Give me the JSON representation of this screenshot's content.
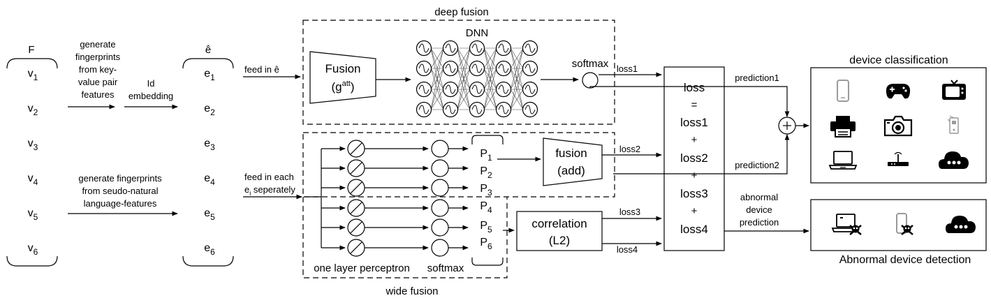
{
  "features": {
    "header": "F",
    "items": [
      "v1",
      "v2",
      "v3",
      "v4",
      "v5",
      "v6"
    ]
  },
  "embeddings": {
    "header": "ê",
    "items": [
      "e1",
      "e2",
      "e3",
      "e4",
      "e5",
      "e6"
    ]
  },
  "kv_step": {
    "lines": [
      "generate",
      "fingerprints",
      "from key-",
      "value pair",
      "features"
    ]
  },
  "id_embedding": {
    "lines": [
      "Id",
      "embedding"
    ]
  },
  "nl_step": {
    "lines": [
      "generate fingerprints",
      "from seudo-natural",
      "language-features"
    ]
  },
  "feed_all": "feed in ê",
  "feed_each": {
    "lines": [
      "feed in each",
      "ei seperately"
    ]
  },
  "deep_fusion": {
    "title": "deep fusion",
    "fusion_label": "Fusion",
    "fusion_formula": "(gatt)",
    "dnn_label": "DNN",
    "softmax_label": "softmax"
  },
  "wide_fusion": {
    "title": "wide fusion",
    "perceptron_label": "one layer perceptron",
    "softmax_label": "softmax",
    "p_items": [
      "P1",
      "P2",
      "P3",
      "P4",
      "P5",
      "P6"
    ],
    "fusion_label": "fusion",
    "fusion_formula": "(add)",
    "correlation_label": "correlation",
    "correlation_formula": "(L2)"
  },
  "losses": {
    "edge_labels": [
      "loss1",
      "loss2",
      "loss3",
      "loss4"
    ],
    "box_lines": [
      "loss",
      "=",
      "loss1",
      "+",
      "loss2",
      "+",
      "loss3",
      "+",
      "loss4"
    ]
  },
  "outputs": {
    "prediction1": "prediction1",
    "prediction2": "prediction2",
    "combine_symbol": "+",
    "abnormal_prediction": [
      "abnormal",
      "device",
      "prediction"
    ]
  },
  "device_classification": {
    "title": "device classification",
    "icons": [
      "smartphone-icon",
      "gamepad-icon",
      "tv-icon",
      "printer-icon",
      "camera-icon",
      "sensor-icon",
      "laptop-icon",
      "router-icon",
      "cloud-icon"
    ]
  },
  "abnormal_detection": {
    "title": "Abnormal device detection",
    "icons": [
      "infected-laptop-icon",
      "infected-phone-icon",
      "cloud-icon"
    ]
  },
  "colors": {
    "stroke": "#000000",
    "icon_gray": "#9a9a9a",
    "background": "#ffffff"
  }
}
